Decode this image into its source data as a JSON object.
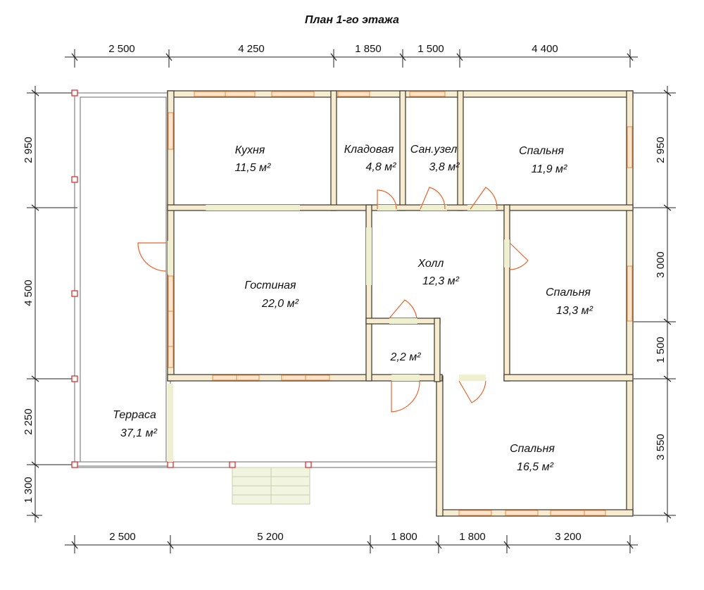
{
  "title": "План 1-го этажа",
  "rooms": [
    {
      "id": "kitchen",
      "name": "Кухня",
      "area": "11,5 м²"
    },
    {
      "id": "pantry",
      "name": "Кладовая",
      "area": "4,8 м²"
    },
    {
      "id": "bathroom",
      "name": "Сан.узел",
      "area": "3,8 м²"
    },
    {
      "id": "bedroom-1",
      "name": "Спальня",
      "area": "11,9 м²"
    },
    {
      "id": "hall",
      "name": "Холл",
      "area": "12,3 м²"
    },
    {
      "id": "living",
      "name": "Гостиная",
      "area": "22,0 м²"
    },
    {
      "id": "bedroom-2",
      "name": "Спальня",
      "area": "13,3 м²"
    },
    {
      "id": "closet",
      "name": "",
      "area": "2,2 м²"
    },
    {
      "id": "terrace",
      "name": "Терраса",
      "area": "37,1 м²"
    },
    {
      "id": "bedroom-3",
      "name": "Спальня",
      "area": "16,5 м²"
    }
  ],
  "dimensions": {
    "top": [
      "2 500",
      "4 250",
      "1 850",
      "1 500",
      "4 400"
    ],
    "bottom": [
      "2 500",
      "5 200",
      "1 800",
      "1 800",
      "3 200"
    ],
    "left": [
      "2 950",
      "4 500",
      "2 250",
      "1 300"
    ],
    "right": [
      "2 950",
      "3 000",
      "1 500",
      "3 550"
    ]
  }
}
